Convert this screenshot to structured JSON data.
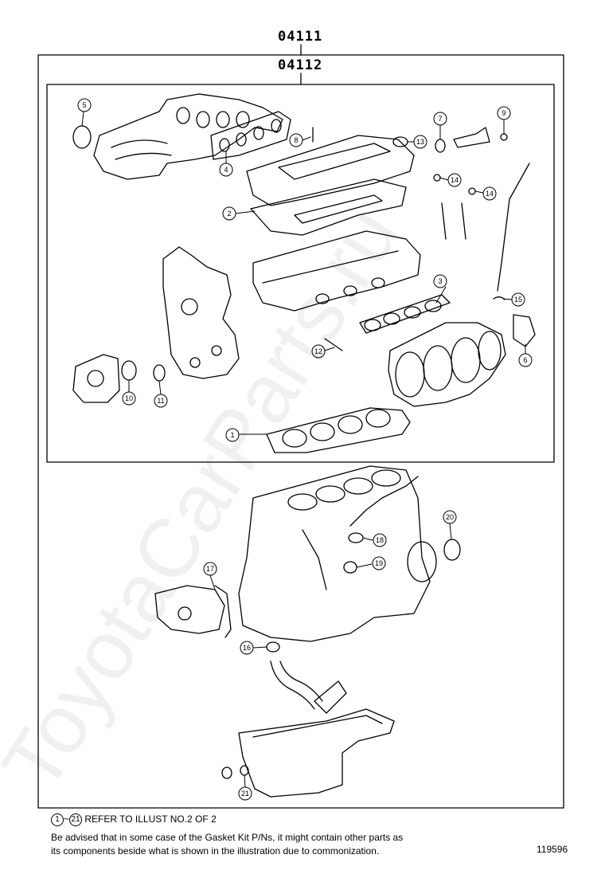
{
  "part_numbers": {
    "outer": "04111",
    "inner": "04112"
  },
  "callouts": [
    "1",
    "2",
    "3",
    "4",
    "5",
    "6",
    "7",
    "8",
    "9",
    "10",
    "11",
    "12",
    "13",
    "14",
    "14",
    "15",
    "16",
    "17",
    "18",
    "19",
    "20",
    "21"
  ],
  "notes": {
    "refer_from": "1",
    "refer_range_sep": "~",
    "refer_to": "21",
    "refer_text": "REFER TO ILLUST NO.2 OF 2",
    "advisory_line1": "Be advised that in some case of the Gasket Kit P/Ns,  it might contain other parts as",
    "advisory_line2": "its components beside what is shown in the illustration due to commonization."
  },
  "illustration_id": "119596",
  "watermark": "ToyotaCarParts.ru"
}
